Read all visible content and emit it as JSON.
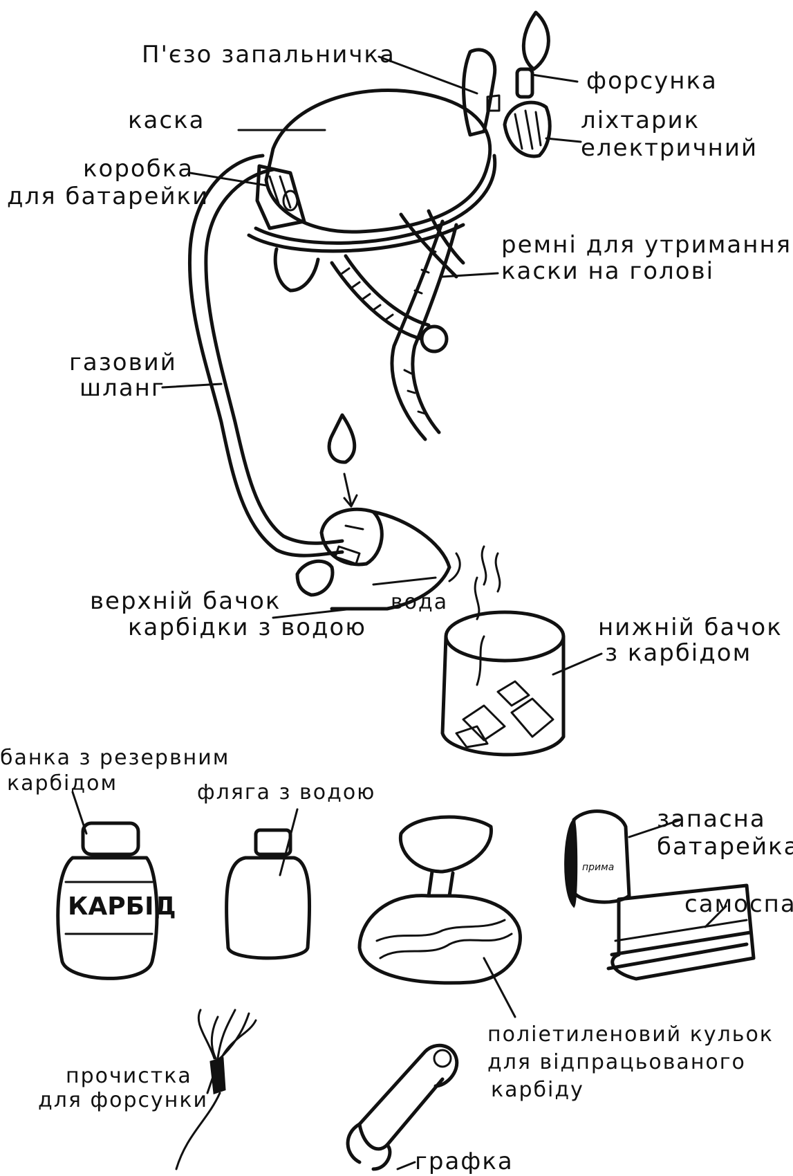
{
  "labels": {
    "piezo": "П'єзо запальничка",
    "nozzle": "форсунка",
    "helmet": "каска",
    "flashlight_1": "ліхтарик",
    "flashlight_2": "електричний",
    "battery_box_1": "коробка",
    "battery_box_2": "для батарейки",
    "straps_1": "ремні для утримання",
    "straps_2": "каски на голові",
    "hose_1": "газовий",
    "hose_2": "шланг",
    "upper_tank_1": "верхній бачок",
    "upper_tank_2": "карбідки з водою",
    "water_word": "вода",
    "lower_tank_1": "нижній бачок",
    "lower_tank_2": "з карбідом",
    "reserve_can_1": "банка з резервним",
    "reserve_can_2": "карбідом",
    "can_product": "КАРБІД",
    "flask": "фляга з водою",
    "spare_battery_1": "запасна",
    "spare_battery_2": "батарейка",
    "battery_brand": "прима",
    "rescuer": "самоспас",
    "bag_1": "поліетиленовий кульок",
    "bag_2": "для відпрацьованого",
    "bag_3": "карбіду",
    "cleaner_1": "прочистка",
    "cleaner_2": "для форсунки",
    "pin": "графка"
  },
  "colors": {
    "ink": "#111111",
    "paper": "#ffffff"
  }
}
